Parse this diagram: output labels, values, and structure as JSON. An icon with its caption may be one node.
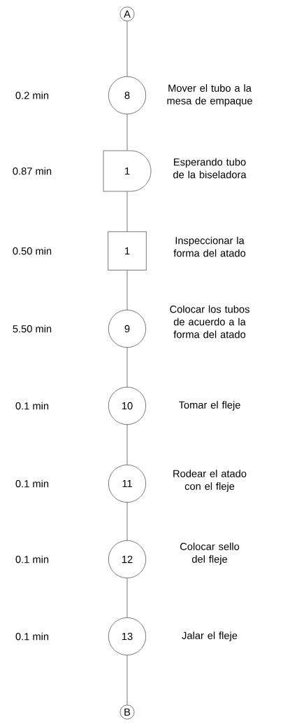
{
  "diagram": {
    "nodes": [
      {
        "text": [
          "A"
        ]
      },
      {
        "text": [
          "8"
        ],
        "beside": [
          "Mover el tubo a la mesa de empaque"
        ]
      },
      {
        "text": [
          "1"
        ],
        "beside": [
          "Esperando tubo de la biseladora"
        ]
      },
      {
        "text": [
          "1"
        ],
        "beside": [
          "Inspeccionar la forma del atado"
        ]
      },
      {
        "text": [
          "9"
        ],
        "beside": [
          "Colocar los tubos de acuerdo a la forma del atado"
        ]
      },
      {
        "text": [
          "10"
        ],
        "beside": [
          "Tomar el fleje"
        ]
      },
      {
        "text": [
          "11"
        ],
        "beside": [
          "Rodear el atado con el fleje"
        ]
      },
      {
        "text": [
          "12"
        ],
        "beside": [
          "Colocar sello del fleje"
        ]
      },
      {
        "text": [
          "13"
        ],
        "beside": [
          "Jalar el fleje"
        ]
      },
      {
        "text": [
          "B"
        ]
      }
    ],
    "edges": [
      {
        "from": 0,
        "to": 1,
        "arrow": "none"
      },
      {
        "from": 1,
        "to": 2,
        "arrow": "none"
      },
      {
        "from": 2,
        "to": 3,
        "arrow": "none"
      },
      {
        "from": 3,
        "to": 4,
        "arrow": "none"
      },
      {
        "from": 4,
        "to": 5,
        "arrow": "none"
      },
      {
        "from": 5,
        "to": 6,
        "arrow": "none"
      },
      {
        "from": 6,
        "to": 7,
        "arrow": "none"
      },
      {
        "from": 7,
        "to": 8,
        "arrow": "none"
      },
      {
        "from": 8,
        "to": 9,
        "arrow": "none"
      }
    ],
    "labels": [
      "0.2 min",
      "0.87 min",
      "0.50 min",
      "5.50 min",
      "0.1 min",
      "0.1 min",
      "0.1 min",
      "0.1 min"
    ]
  }
}
